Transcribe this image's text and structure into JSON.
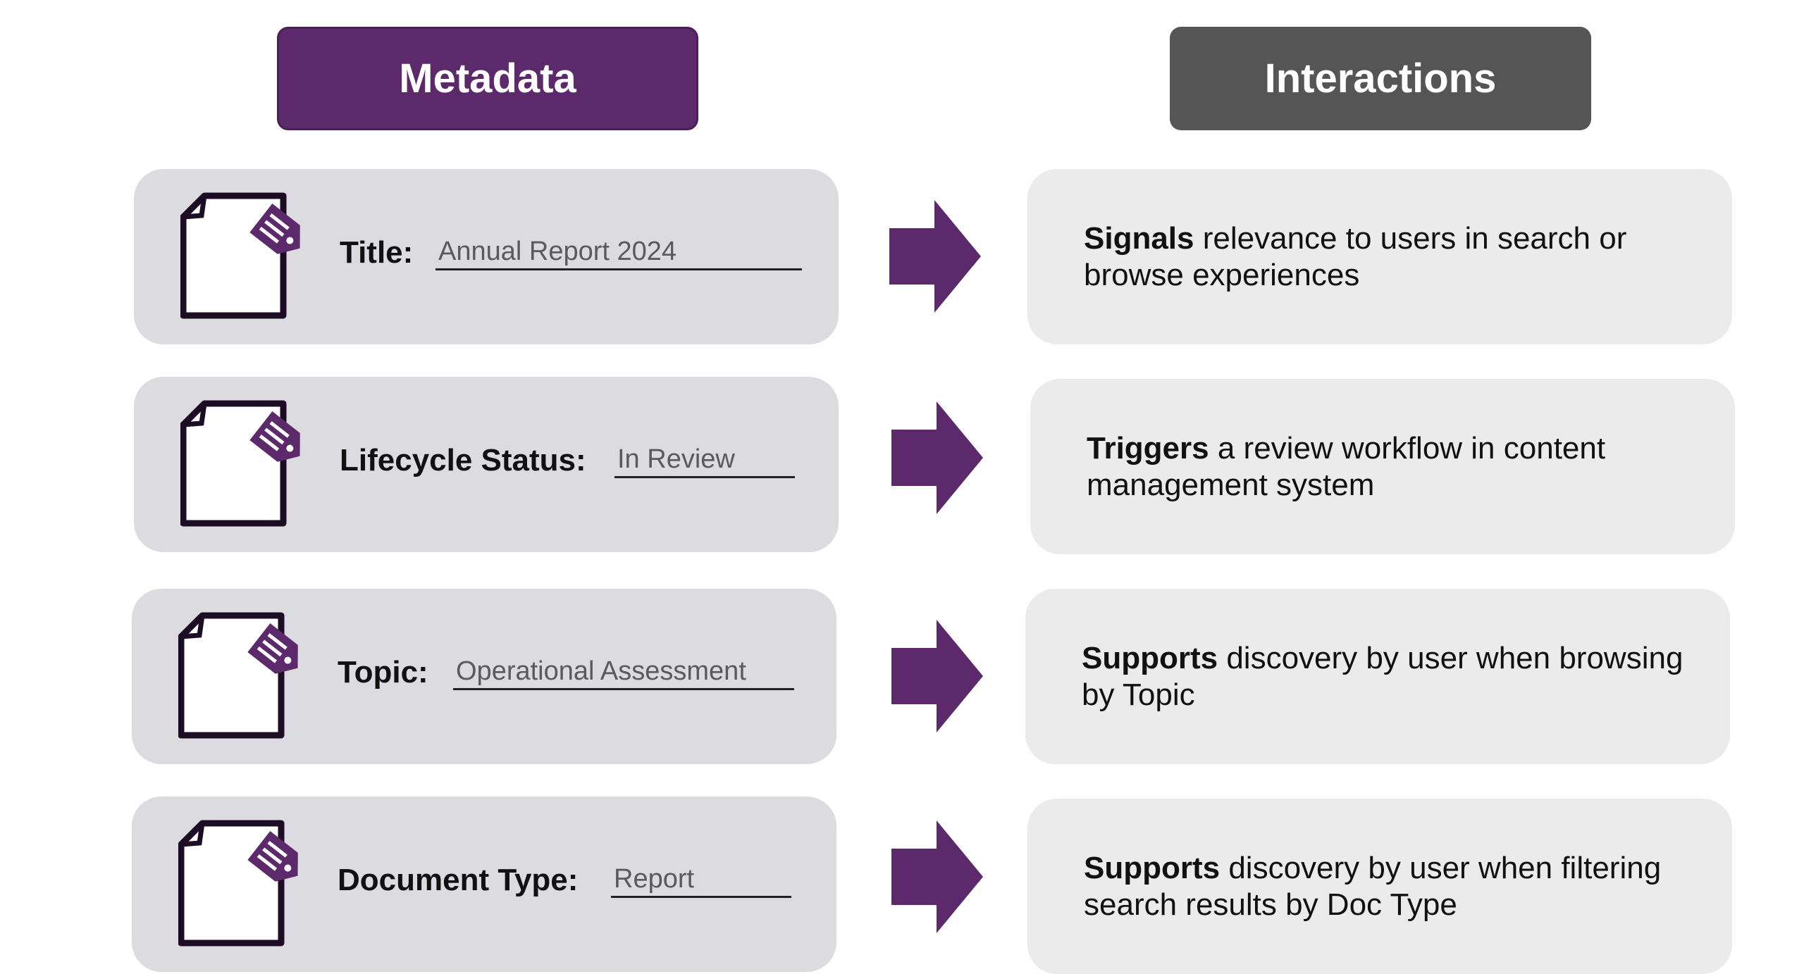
{
  "headers": {
    "metadata": "Metadata",
    "interactions": "Interactions"
  },
  "rows": [
    {
      "label": "Title:",
      "value": "Annual Report 2024",
      "interaction_bold": "Signals",
      "interaction_rest": " relevance to users in search or browse experiences"
    },
    {
      "label": "Lifecycle Status:",
      "value": "In Review",
      "interaction_bold": "Triggers",
      "interaction_rest": " a review workflow in content management system"
    },
    {
      "label": "Topic:",
      "value": "Operational Assessment",
      "interaction_bold": "Supports",
      "interaction_rest": " discovery by user when browsing by Topic"
    },
    {
      "label": "Document Type:",
      "value": "Report",
      "interaction_bold": "Supports",
      "interaction_rest": " discovery by user when filtering search results by Doc Type"
    }
  ],
  "colors": {
    "accent_purple": "#5c2a6b",
    "header_gray": "#555555",
    "meta_card_bg": "#dcdbe0",
    "interaction_card_bg": "#ebebeb",
    "doc_outline": "#1c0d24"
  },
  "icons": {
    "document": "document-with-tag-icon",
    "arrow": "right-arrow-icon"
  }
}
